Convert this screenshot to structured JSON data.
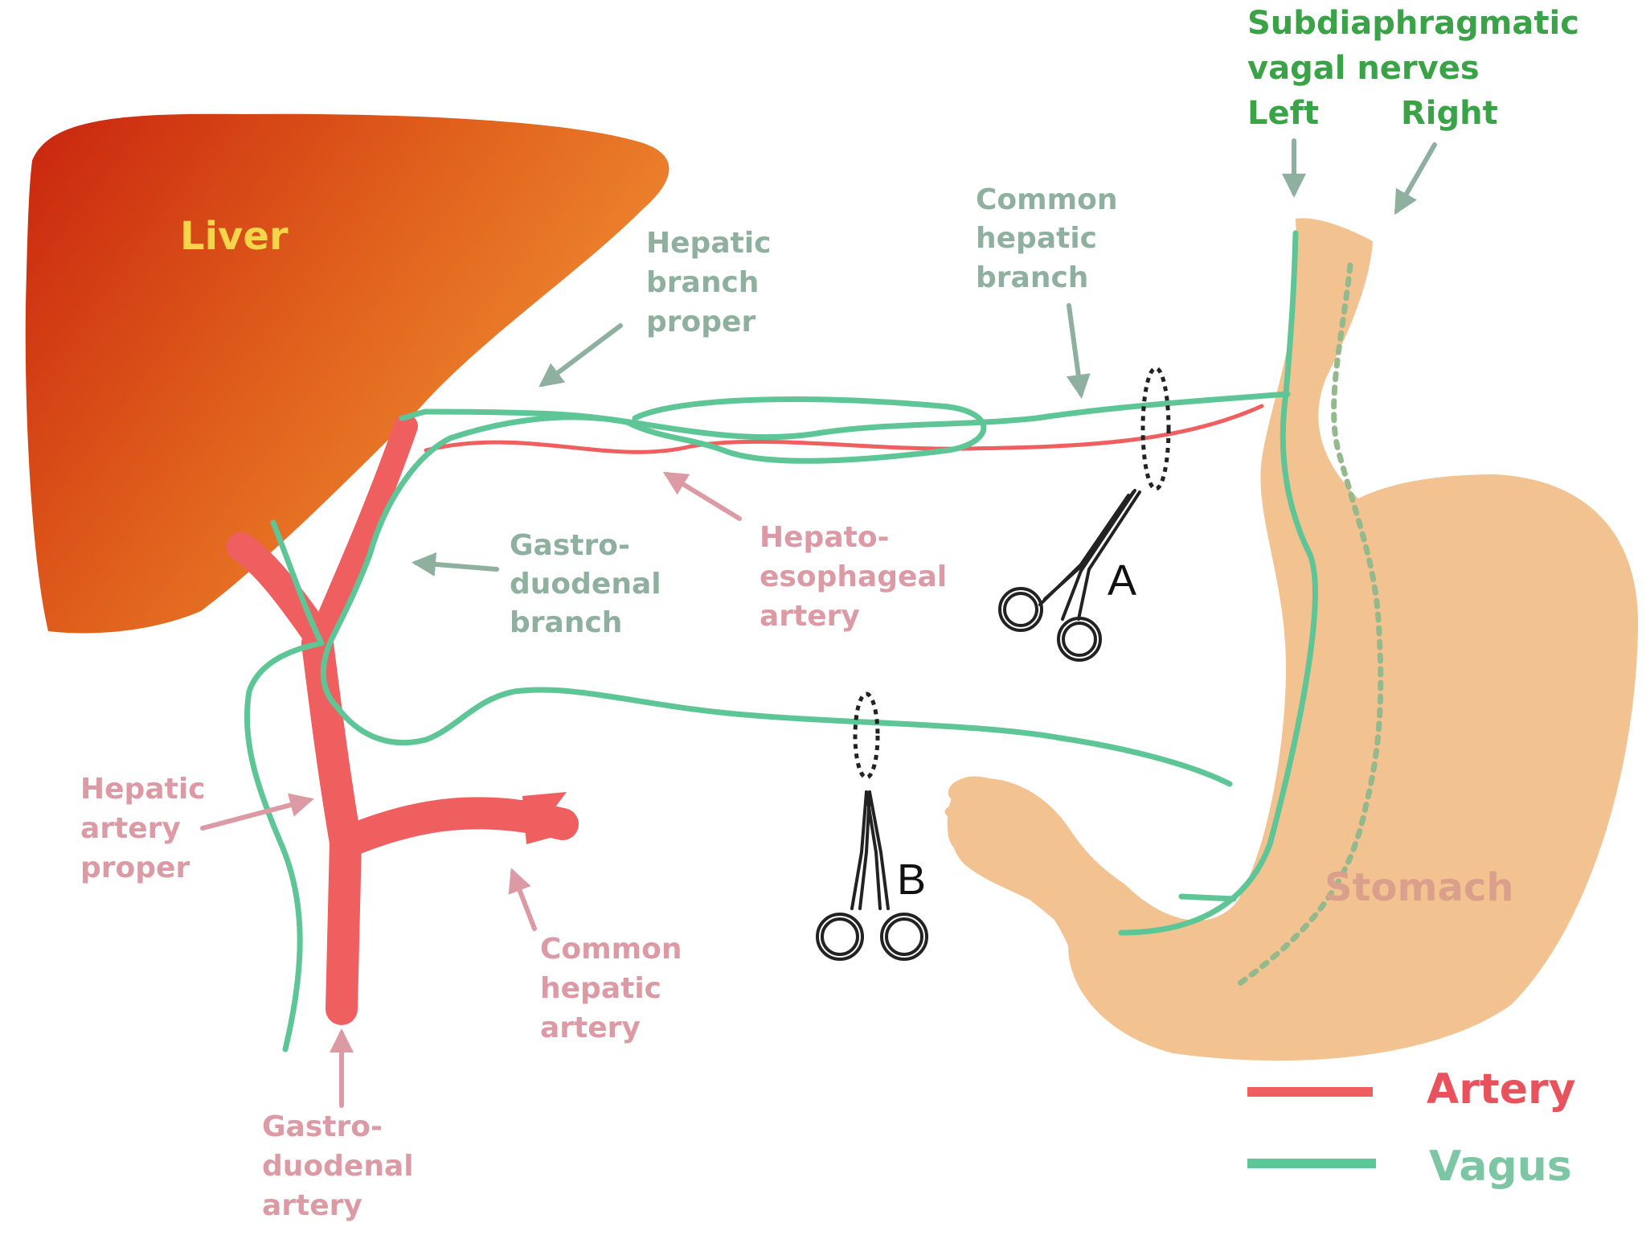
{
  "colors": {
    "artery": "#ef5f60",
    "vagus": "#5ec596",
    "stomach": "#f2c291",
    "liver_dark": "#cc2a10",
    "liver_light": "#f08a30",
    "nerve_header": "#3aa348",
    "vagus_label": "#8fb09f",
    "artery_label": "#dc9aa4",
    "liver_label": "#f5d54a",
    "stomach_label": "#dba08c",
    "legend_artery": "#e8525c",
    "legend_vagus": "#7cc6a4",
    "scissors": "#222222"
  },
  "header": {
    "line1": "Subdiaphragmatic",
    "line2": "vagal nerves",
    "left": "Left",
    "right": "Right"
  },
  "organs": {
    "liver": "Liver",
    "stomach": "Stomach"
  },
  "vagus_labels": {
    "hepatic_branch_proper": [
      "Hepatic",
      "branch",
      "proper"
    ],
    "common_hepatic_branch": [
      "Common",
      "hepatic",
      "branch"
    ],
    "gastroduodenal_branch": [
      "Gastro-",
      "duodenal",
      "branch"
    ]
  },
  "artery_labels": {
    "hepatoesophageal_artery": [
      "Hepato-",
      "esophageal",
      "artery"
    ],
    "hepatic_artery_proper": [
      "Hepatic",
      "artery",
      "proper"
    ],
    "common_hepatic_artery": [
      "Common",
      "hepatic",
      "artery"
    ],
    "gastroduodenal_artery": [
      "Gastro-",
      "duodenal",
      "artery"
    ]
  },
  "cut_markers": {
    "a": "A",
    "b": "B"
  },
  "legend": {
    "artery": "Artery",
    "vagus": "Vagus"
  },
  "icons": {
    "scissors": "scissors-icon",
    "arrow": "arrow-icon"
  }
}
